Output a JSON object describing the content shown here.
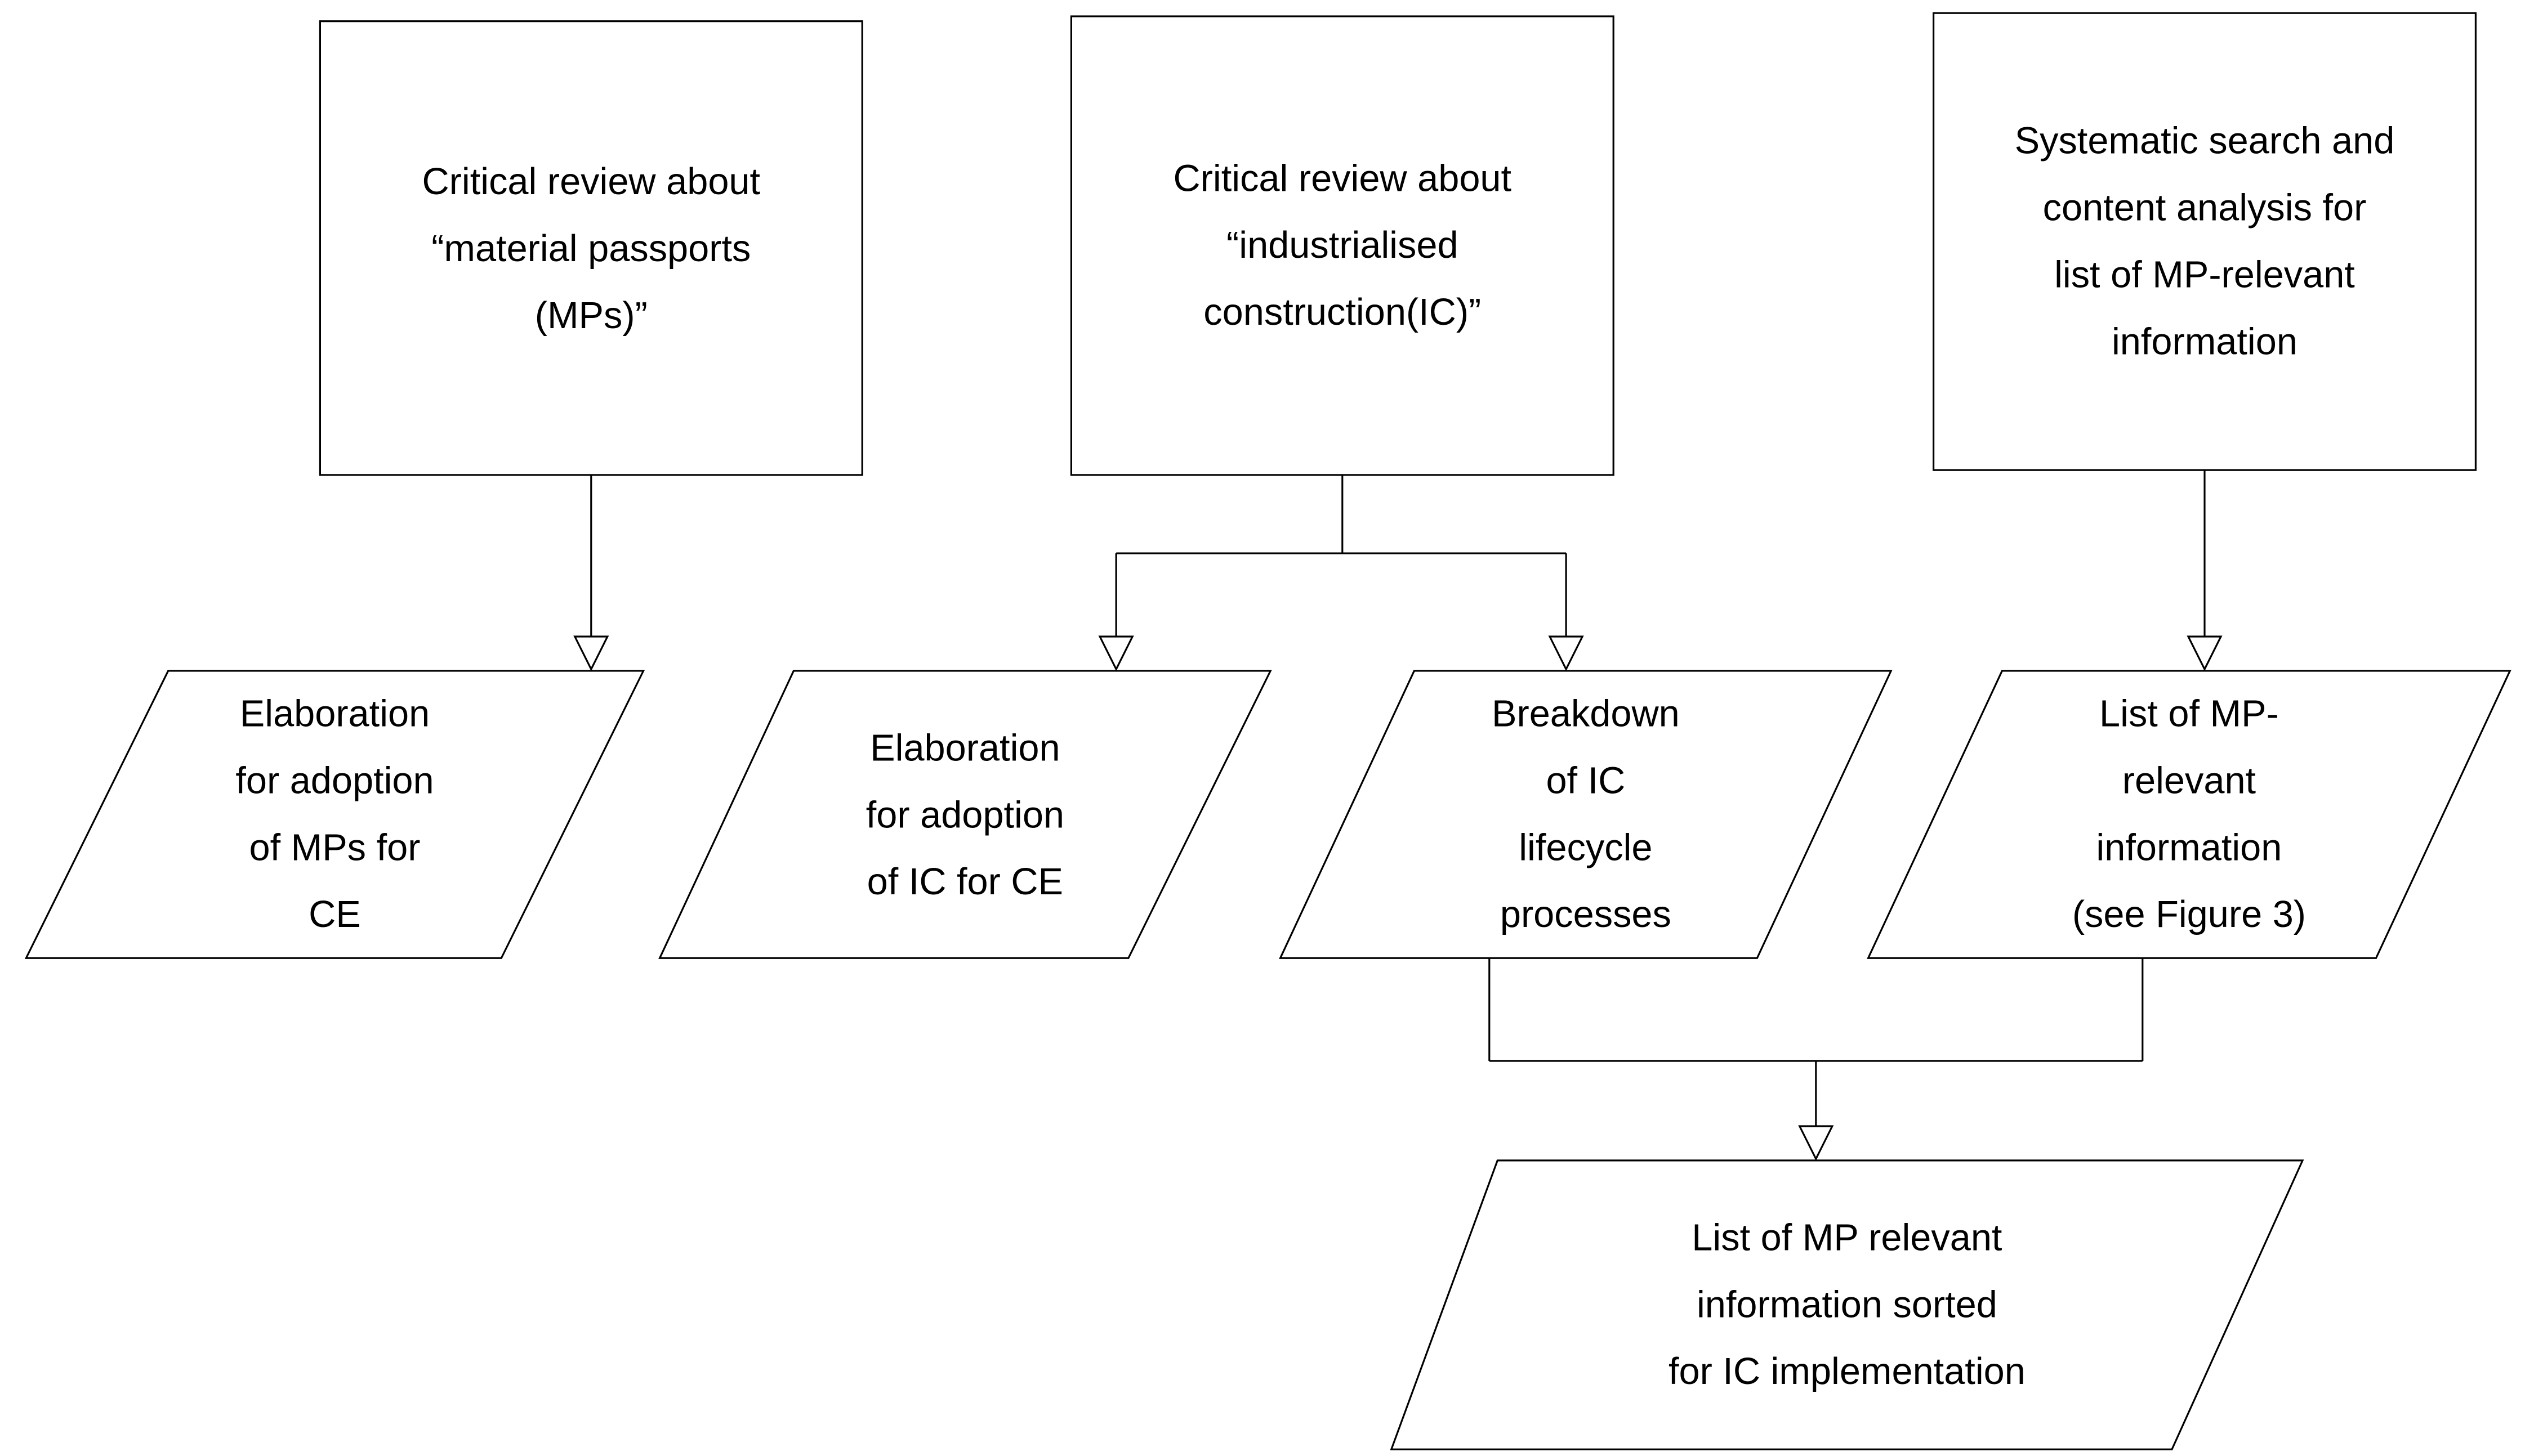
{
  "diagram": {
    "title": "Research methodology flowchart",
    "background_color": "#ffffff",
    "line_color": "#000000",
    "text_color": "#000000",
    "arrowhead_style": "hollow-triangle",
    "nodes": [
      {
        "id": "critical-review-mps",
        "shape": "rectangle",
        "label": "Critical review about\n“material passports\n(MPs)”"
      },
      {
        "id": "critical-review-ic",
        "shape": "rectangle",
        "label": "Critical review about\n“industrialised\nconstruction(IC)”"
      },
      {
        "id": "systematic-search",
        "shape": "rectangle",
        "label": "Systematic search and\ncontent analysis for\nlist of MP-relevant\ninformation"
      },
      {
        "id": "elaboration-mps-ce",
        "shape": "parallelogram",
        "label": "Elaboration\nfor adoption\nof MPs for\nCE"
      },
      {
        "id": "elaboration-ic-ce",
        "shape": "parallelogram",
        "label": "Elaboration\nfor adoption\nof IC for CE"
      },
      {
        "id": "breakdown-ic-lifecycle",
        "shape": "parallelogram",
        "label": "Breakdown\nof IC\nlifecycle\nprocesses"
      },
      {
        "id": "list-mp-relevant",
        "shape": "parallelogram",
        "label": "List of MP-\nrelevant\ninformation\n(see Figure 3)"
      },
      {
        "id": "list-mp-sorted",
        "shape": "parallelogram",
        "label": "List of MP relevant\ninformation sorted\nfor IC implementation"
      }
    ],
    "edges": [
      {
        "from": "critical-review-mps",
        "to": "elaboration-mps-ce"
      },
      {
        "from": "critical-review-ic",
        "to": "elaboration-ic-ce"
      },
      {
        "from": "critical-review-ic",
        "to": "breakdown-ic-lifecycle"
      },
      {
        "from": "systematic-search",
        "to": "list-mp-relevant"
      },
      {
        "from": "breakdown-ic-lifecycle",
        "to": "list-mp-sorted"
      },
      {
        "from": "list-mp-relevant",
        "to": "list-mp-sorted"
      }
    ]
  }
}
